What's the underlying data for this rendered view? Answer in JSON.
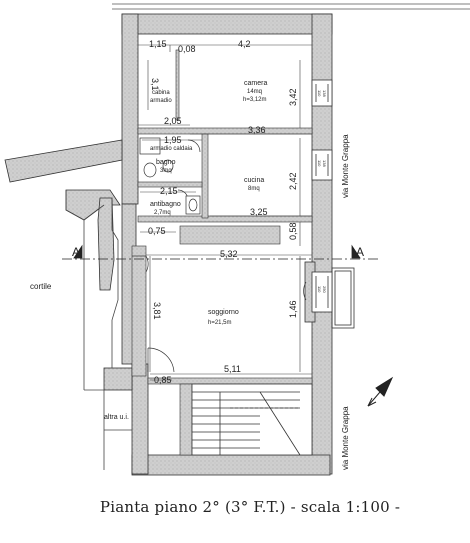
{
  "caption": "Pianta piano 2° (3° F.T.)  - scala 1:100 -",
  "section_marks": [
    "A",
    "A"
  ],
  "streets": [
    "via Monte Grappa",
    "via Monte Grappa"
  ],
  "labels": {
    "cortile": "cortile",
    "altra_ui": "altra u.i."
  },
  "rooms": {
    "camera": {
      "name": "camera",
      "area": "14mq",
      "height": "h=3,12m"
    },
    "cabina": {
      "name1": "cabina",
      "name2": "armadio"
    },
    "bagno": {
      "name": "bagno",
      "area": "3mq"
    },
    "cucina": {
      "name": "cucina",
      "area": "8mq"
    },
    "antibagno": {
      "name": "antibagno",
      "area": "2,7mq"
    },
    "soggiorno": {
      "name": "soggiorno",
      "height": "h=21,5m"
    }
  },
  "dimensions": {
    "d_1_15": "1,15",
    "d_0_08": "0,08",
    "d_4_2": "4,2",
    "d_3_1": "3,1",
    "d_3_42": "3,42",
    "d_2_05": "2,05",
    "d_3_36": "3,36",
    "d_1_95": "1,95",
    "d_2_42": "2,42",
    "d_2_15": "2,15",
    "d_3_25": "3,25",
    "d_0_75": "0,75",
    "d_0_58": "0,58",
    "d_5_32": "5,32",
    "d_3_81": "3,81",
    "d_1_46": "1,46",
    "d_5_11": "5,11",
    "d_0_85": "0,85"
  },
  "window_notes": {
    "w1a": "110",
    "w1b": "138",
    "w2a": "110",
    "w2b": "138",
    "w3a": "110",
    "w3b": "250"
  },
  "fixture_note": "armadio caldaia"
}
